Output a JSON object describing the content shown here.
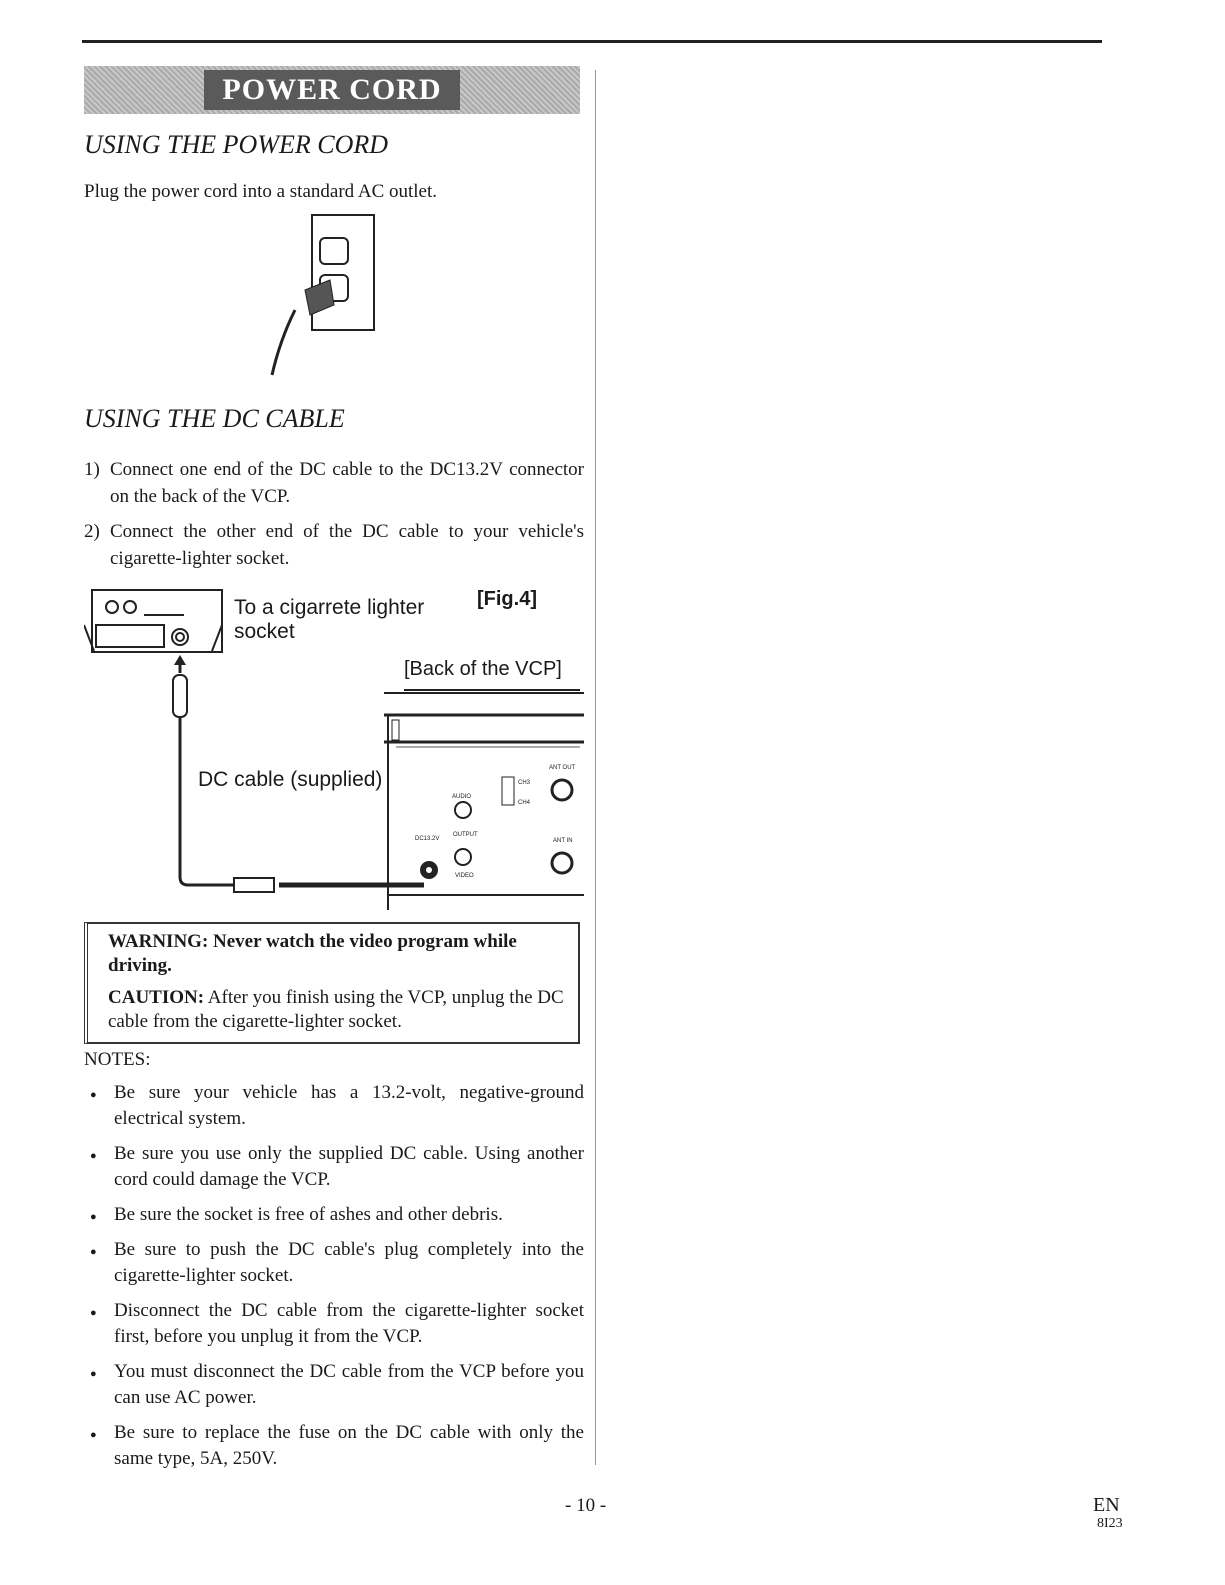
{
  "section_title": "POWER CORD",
  "power_cord": {
    "heading": "USING THE POWER CORD",
    "text": "Plug the power cord into a standard AC outlet."
  },
  "dc_cable": {
    "heading": "USING THE DC CABLE",
    "steps": [
      {
        "num": "1)",
        "text": "Connect one end of the DC cable to the DC13.2V connector on the back of the VCP."
      },
      {
        "num": "2)",
        "text": "Connect the other end of the DC cable to your vehicle's cigarette-lighter socket."
      }
    ]
  },
  "figure": {
    "label": "[Fig.4]",
    "lighter_label": "To a cigarrete lighter socket",
    "back_label": "[Back of the VCP]",
    "cable_label": "DC cable (supplied)",
    "jacks": {
      "audio": "AUDIO",
      "output": "OUTPUT",
      "video": "VIDEO",
      "dc": "DC13.2V",
      "ant_out": "ANT OUT",
      "ant_in": "ANT IN",
      "ch3": "CH3",
      "ch4": "CH4"
    }
  },
  "warning": {
    "label": "WARNING:",
    "text": "Never watch the video program while driving.",
    "caution_label": "CAUTION:",
    "caution_text": "After you finish using the VCP, unplug the DC cable from the cigarette-lighter socket."
  },
  "notes": {
    "heading": "NOTES:",
    "items": [
      "Be sure your vehicle has a 13.2-volt, negative-ground electrical system.",
      "Be sure you use only the supplied DC cable. Using another cord could damage the VCP.",
      "Be sure the socket is free of ashes and other debris.",
      "Be sure to push the DC cable's plug completely into the cigarette-lighter socket.",
      "Disconnect the DC cable from the cigarette-lighter socket first, before you unplug it from the VCP.",
      "You must disconnect the DC cable from the VCP before you can use AC power.",
      "Be sure to replace the fuse on the DC cable with only the same type, 5A, 250V."
    ]
  },
  "footer": {
    "page": "- 10 -",
    "lang": "EN",
    "code": "8I23"
  }
}
